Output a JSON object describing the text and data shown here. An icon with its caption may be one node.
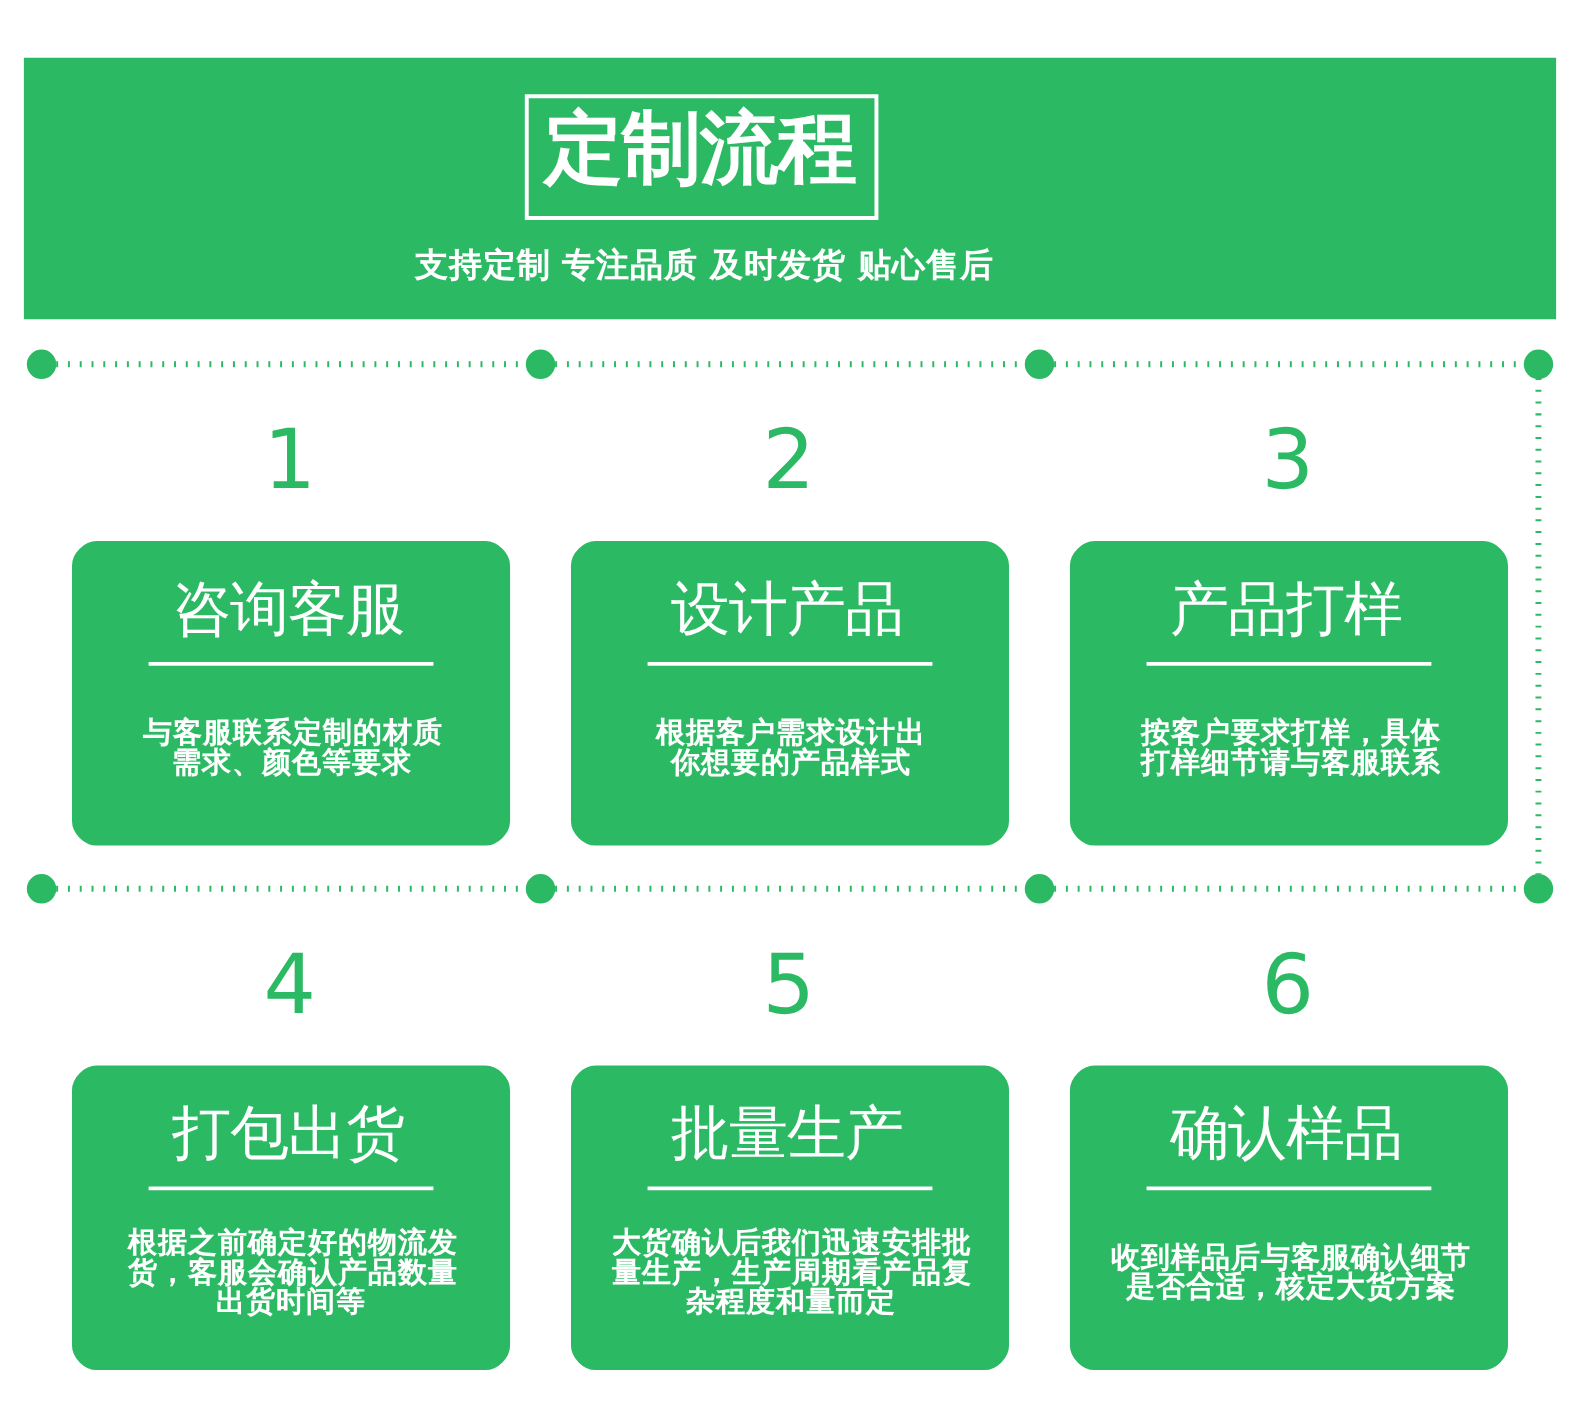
{
  "diagram": {
    "nodes": [
      {
        "text": [
          "定制流程",
          "支持定制 专注品质 及时发货 贴心售后"
        ]
      },
      {
        "text": [],
        "shape": "circle"
      },
      {
        "text": [],
        "shape": "circle"
      },
      {
        "text": [],
        "shape": "circle"
      },
      {
        "text": [],
        "shape": "circle"
      },
      {
        "text": [
          "咨询客服",
          "与客服联系定制的材质需求、颜色等要求"
        ],
        "beside": [
          "1"
        ]
      },
      {
        "text": [
          "设计产品",
          "根据客户需求设计出你想要的产品样式"
        ],
        "beside": [
          "2"
        ]
      },
      {
        "text": [
          "产品打样",
          "按客户要求打样，具体打样细节请与客服联系"
        ],
        "beside": [
          "3"
        ]
      },
      {
        "text": [],
        "shape": "circle"
      },
      {
        "text": [],
        "shape": "circle"
      },
      {
        "text": [],
        "shape": "circle"
      },
      {
        "text": [],
        "shape": "circle"
      },
      {
        "text": [
          "打包出货",
          "根据之前确定好的物流发货，客服会确认产品数量出货时间等"
        ],
        "beside": [
          "4"
        ]
      },
      {
        "text": [
          "批量生产",
          "大货确认后我们迅速安排批量生产，生产周期看产品复杂程度和量而定"
        ],
        "beside": [
          "5"
        ]
      },
      {
        "text": [
          "确认样品",
          "收到样品后与客服确认细节是否合适，核定大货方案"
        ],
        "beside": [
          "6"
        ]
      }
    ],
    "edges": [
      {
        "from": 1,
        "to": 2,
        "arrow": "none",
        "style": "dashed"
      },
      {
        "from": 2,
        "to": 3,
        "arrow": "none",
        "style": "dashed"
      },
      {
        "from": 3,
        "to": 4,
        "arrow": "none",
        "style": "dashed"
      },
      {
        "from": 4,
        "to": 11,
        "arrow": "none",
        "style": "dashed"
      },
      {
        "from": 8,
        "to": 9,
        "arrow": "none",
        "style": "dashed"
      },
      {
        "from": 9,
        "to": 10,
        "arrow": "none",
        "style": "dashed"
      },
      {
        "from": 10,
        "to": 11,
        "arrow": "none",
        "style": "dashed"
      }
    ]
  }
}
